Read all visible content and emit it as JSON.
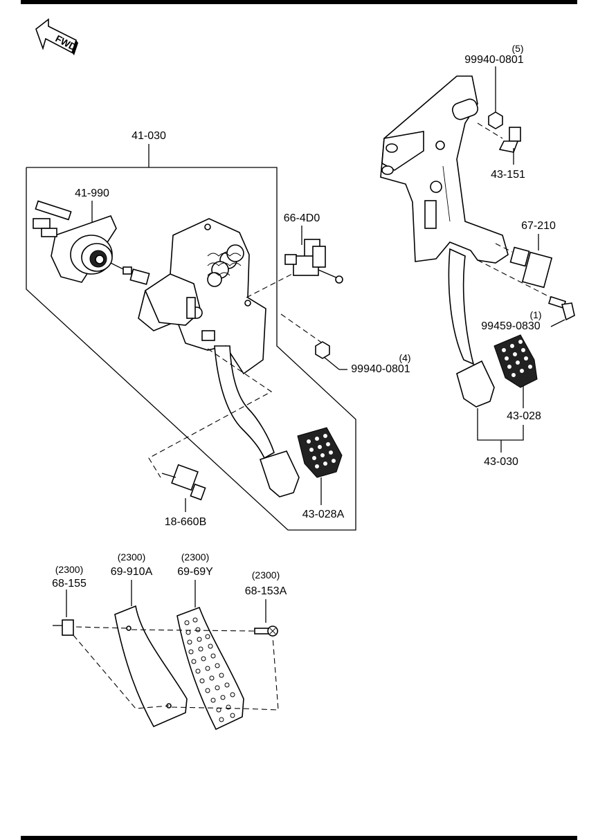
{
  "fwd_label": "FWD",
  "parts": {
    "clutch_pedal_assembly": "41-030",
    "clutch_master_cylinder": "41-990",
    "clutch_switch": "66-4D0",
    "nut_left_qty": "(4)",
    "nut_left": "99940-0801",
    "clutch_stop_switch": "18-660B",
    "clutch_pad": "43-028A",
    "nut_right_qty": "(5)",
    "nut_right": "99940-0801",
    "pin": "43-151",
    "brake_switch": "67-210",
    "bolt_qty": "(1)",
    "bolt": "99459-0830",
    "brake_pad": "43-028",
    "brake_pedal_assembly": "43-030",
    "clip_qty": "(2300)",
    "clip": "68-155",
    "cover_qty": "(2300)",
    "cover": "69-910A",
    "accel_pad_qty": "(2300)",
    "accel_pad": "69-69Y",
    "screw_qty": "(2300)",
    "screw": "68-153A"
  }
}
